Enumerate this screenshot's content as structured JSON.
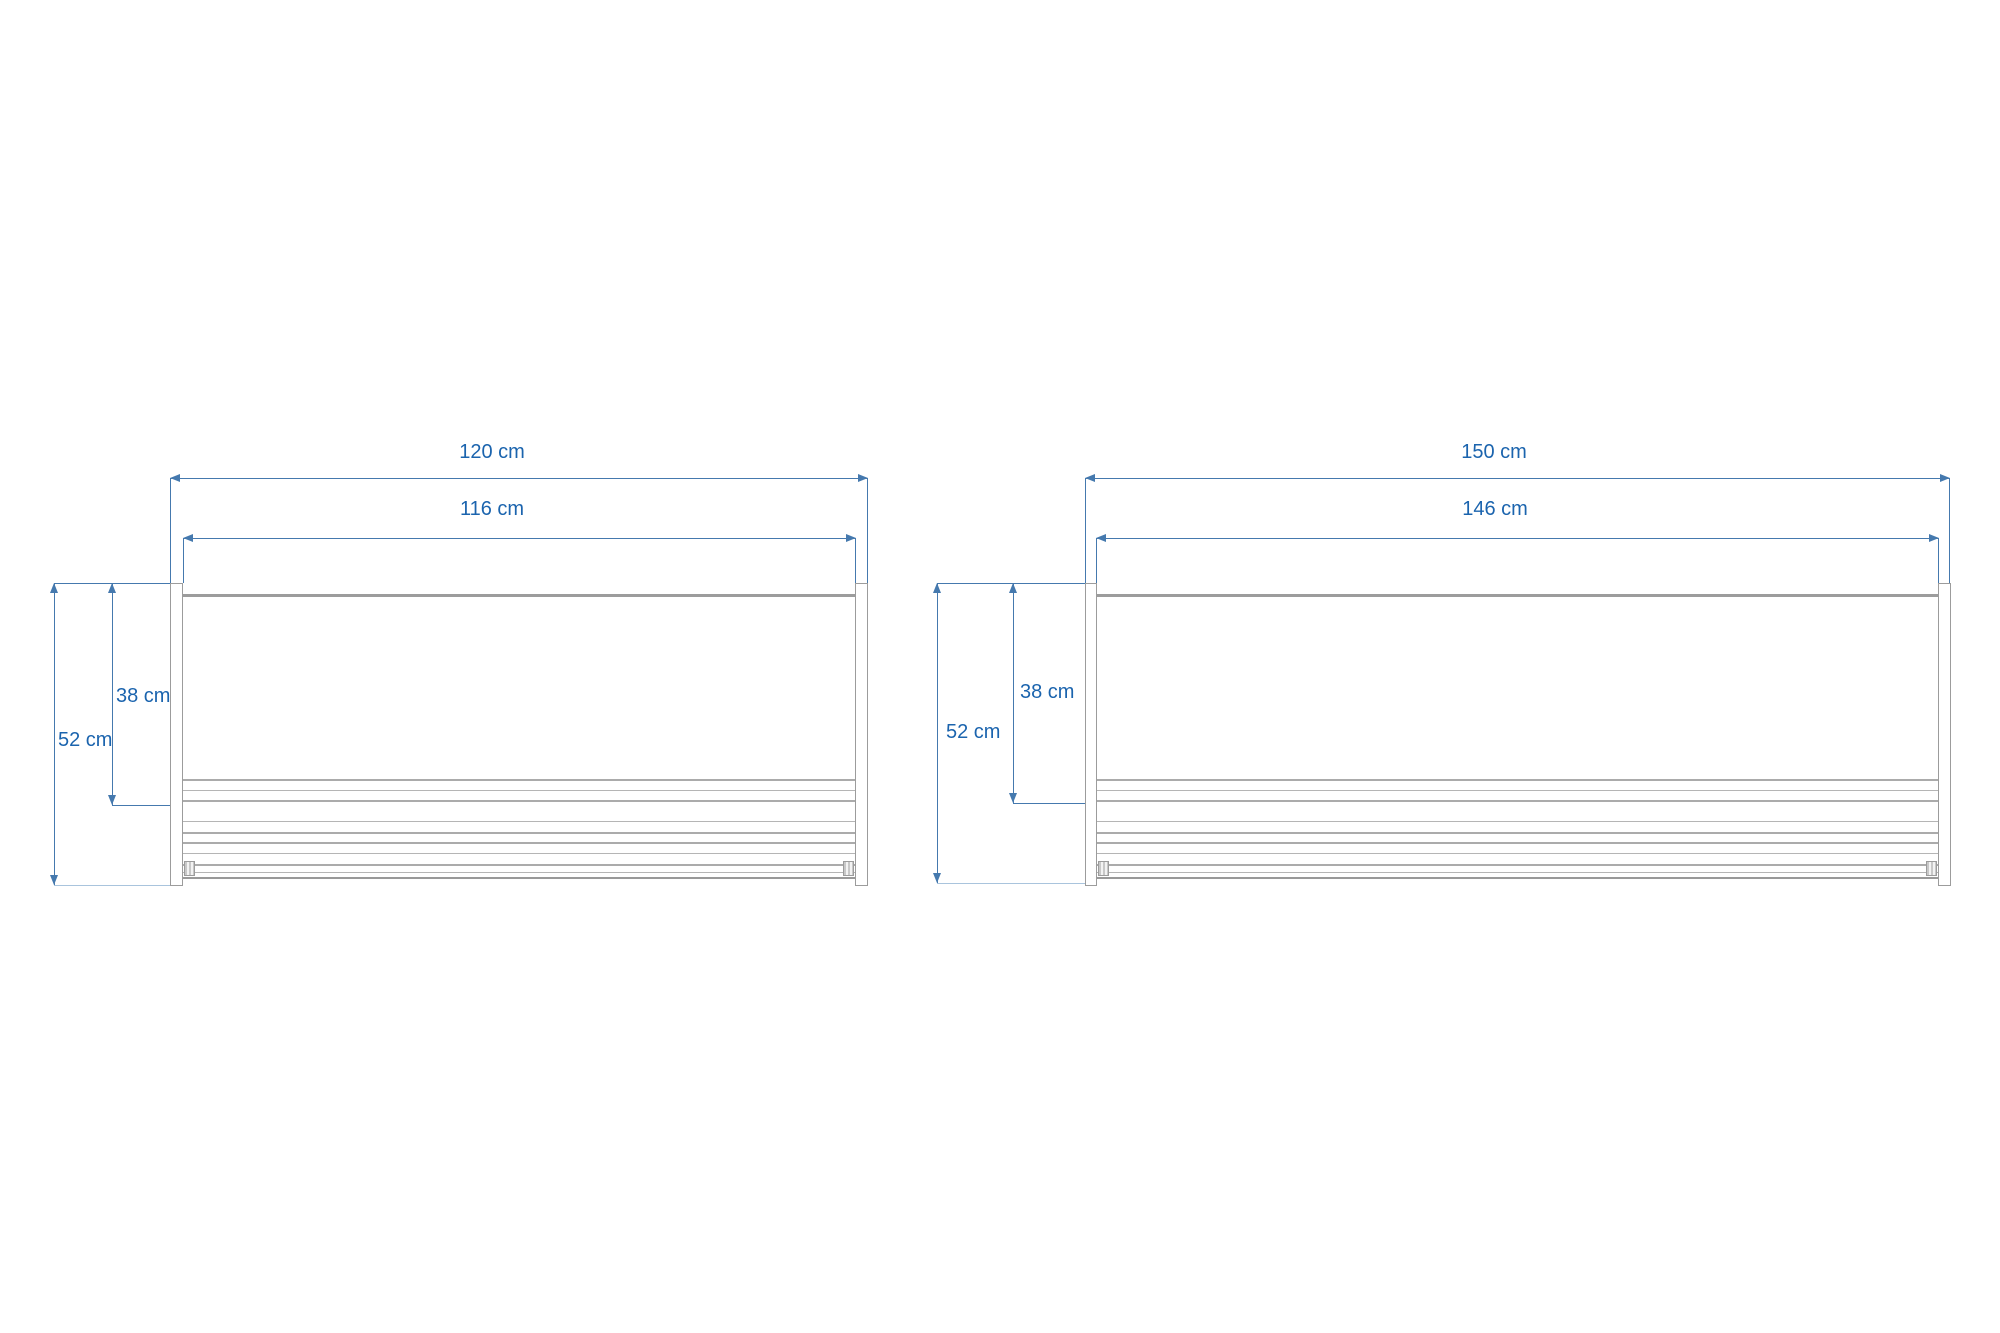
{
  "drawing": {
    "type": "furniture-front-view-dimension-drawing",
    "units": "cm"
  },
  "diagrams": [
    {
      "id": "left-unit",
      "labels": {
        "outer_width": "120 cm",
        "inner_width": "116 cm",
        "total_height": "52 cm",
        "inner_height": "38 cm"
      }
    },
    {
      "id": "right-unit",
      "labels": {
        "outer_width": "150 cm",
        "inner_width": "146 cm",
        "total_height": "52 cm",
        "inner_height": "38 cm"
      }
    }
  ],
  "colors": {
    "dimension_text": "#1b64ae",
    "dimension_line": "#4579ae",
    "dimension_line_light": "#a9c4dd",
    "outline_gray": "#9c9c9c",
    "slat_gray": "#ababab",
    "background": "#ffffff"
  }
}
